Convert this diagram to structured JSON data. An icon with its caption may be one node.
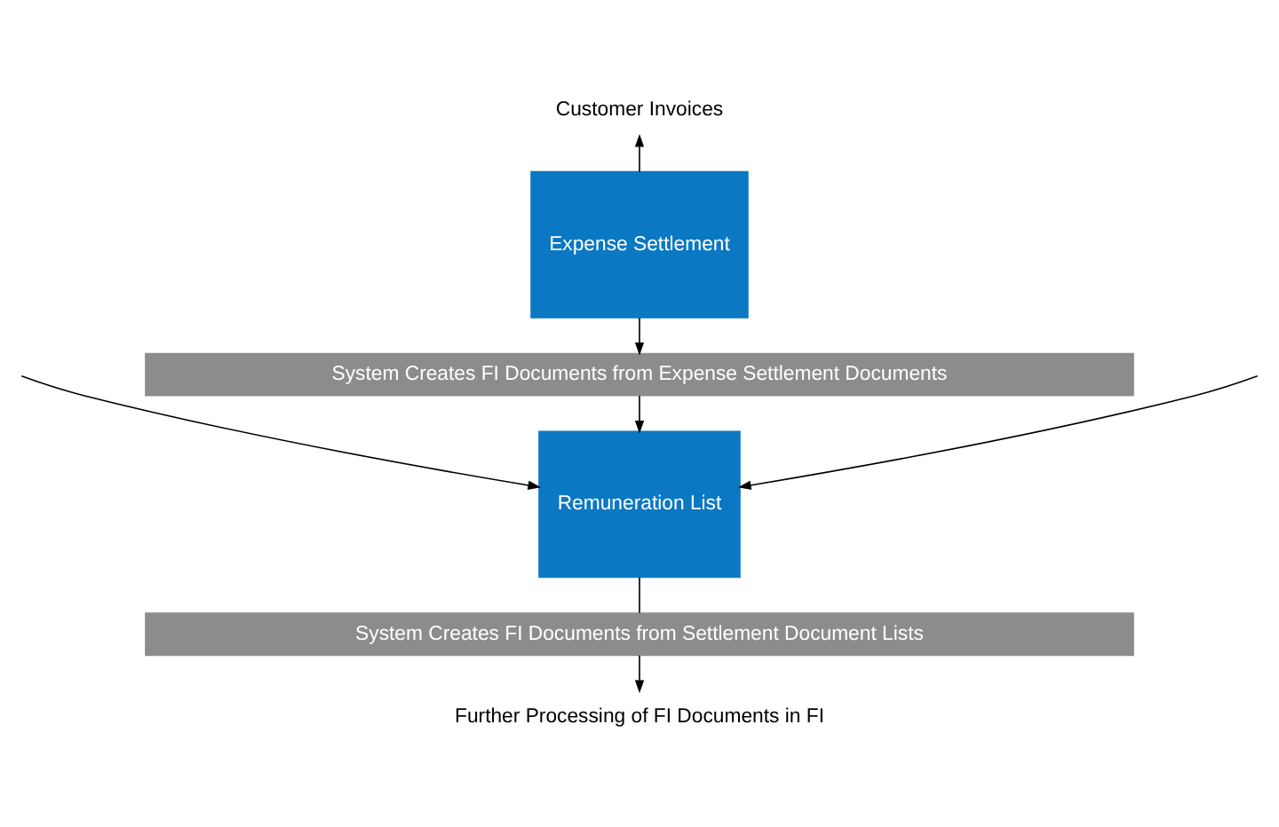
{
  "diagram": {
    "nodes": [
      {
        "text": [
          "Customer Invoices"
        ]
      },
      {
        "text": [
          "Expense Settlement"
        ]
      },
      {
        "text": [
          "System Creates FI Documents from Expense Settlement Documents"
        ]
      },
      {
        "text": [
          "Remuneration List"
        ]
      },
      {
        "text": [
          "System Creates FI Documents from Settlement Document Lists"
        ]
      },
      {
        "text": [
          "Further Processing of FI Documents in FI"
        ]
      }
    ],
    "edges": [
      {
        "from": 1,
        "to": 0,
        "arrow": "to"
      },
      {
        "from": 1,
        "to": 2,
        "arrow": "to"
      },
      {
        "from": 2,
        "to": 3,
        "arrow": "to"
      },
      {
        "from": null,
        "to": 3,
        "arrow": "to"
      },
      {
        "from": null,
        "to": 3,
        "arrow": "to"
      },
      {
        "from": 3,
        "to": 4,
        "arrow": "none"
      },
      {
        "from": 4,
        "to": 5,
        "arrow": "to"
      }
    ]
  }
}
